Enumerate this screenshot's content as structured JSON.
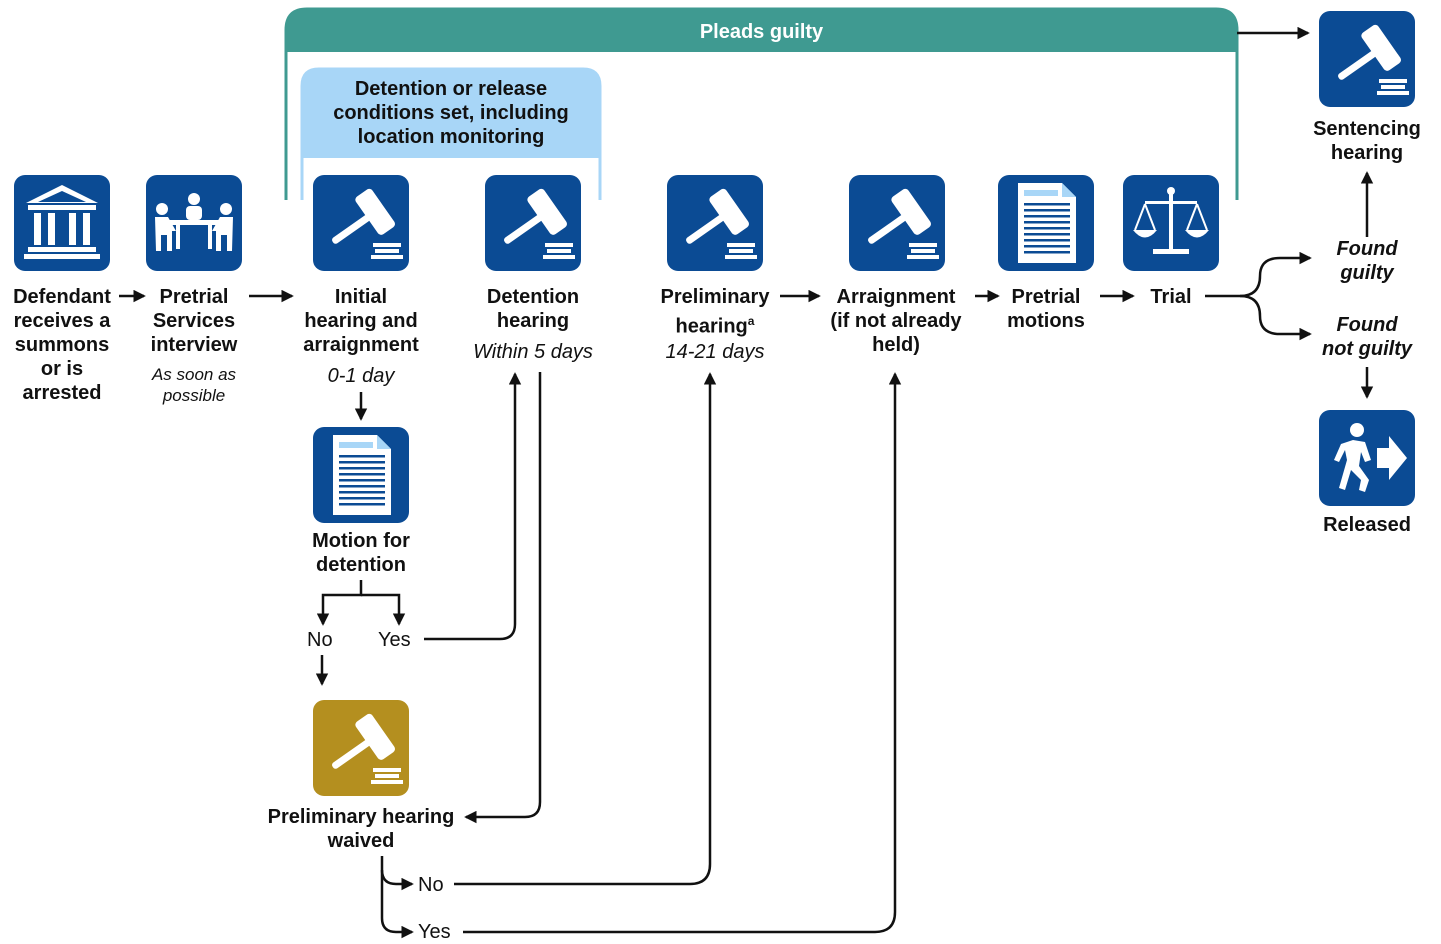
{
  "banner": {
    "pleads_guilty": "Pleads guilty"
  },
  "conditions_box": {
    "text_lines": [
      "Detention or release",
      "conditions set, including",
      "location monitoring"
    ]
  },
  "steps": {
    "defendant": {
      "lines": [
        "Defendant",
        "receives a",
        "summons",
        "or is",
        "arrested"
      ],
      "icon": "courthouse-icon"
    },
    "pretrial_services": {
      "lines": [
        "Pretrial",
        "Services",
        "interview"
      ],
      "timing_lines": [
        "As soon as",
        "possible"
      ],
      "icon": "meeting-icon"
    },
    "initial_hearing": {
      "lines": [
        "Initial",
        "hearing and",
        "arraignment"
      ],
      "timing": "0-1 day",
      "icon": "gavel-icon"
    },
    "detention_hearing": {
      "lines": [
        "Detention",
        "hearing"
      ],
      "timing": "Within 5 days",
      "icon": "gavel-icon"
    },
    "preliminary_hearing": {
      "lines": [
        "Preliminary",
        "hearing"
      ],
      "superscript": "a",
      "timing": "14-21 days",
      "icon": "gavel-icon"
    },
    "arraignment": {
      "lines": [
        "Arraignment",
        "(if not already",
        "held)"
      ],
      "icon": "gavel-icon"
    },
    "pretrial_motions": {
      "lines": [
        "Pretrial",
        "motions"
      ],
      "icon": "document-icon"
    },
    "trial": {
      "label": "Trial",
      "icon": "scales-icon"
    },
    "motion_detention": {
      "lines": [
        "Motion for",
        "detention"
      ],
      "icon": "document-icon",
      "no": "No",
      "yes": "Yes"
    },
    "prelim_waived": {
      "lines": [
        "Preliminary hearing",
        "waived"
      ],
      "icon": "gavel-icon",
      "no": "No",
      "yes": "Yes"
    },
    "sentencing": {
      "lines": [
        "Sentencing",
        "hearing"
      ],
      "icon": "gavel-icon"
    },
    "found_guilty": {
      "lines": [
        "Found",
        "guilty"
      ]
    },
    "found_not_guilty": {
      "lines": [
        "Found",
        "not guilty"
      ]
    },
    "released": {
      "label": "Released",
      "icon": "walking-exit-icon"
    }
  },
  "colors": {
    "icon_blue": "#0b4b94",
    "icon_gold": "#b48f1f",
    "banner_teal": "#3f9a91",
    "conditions_blue": "#a8d6f7"
  }
}
